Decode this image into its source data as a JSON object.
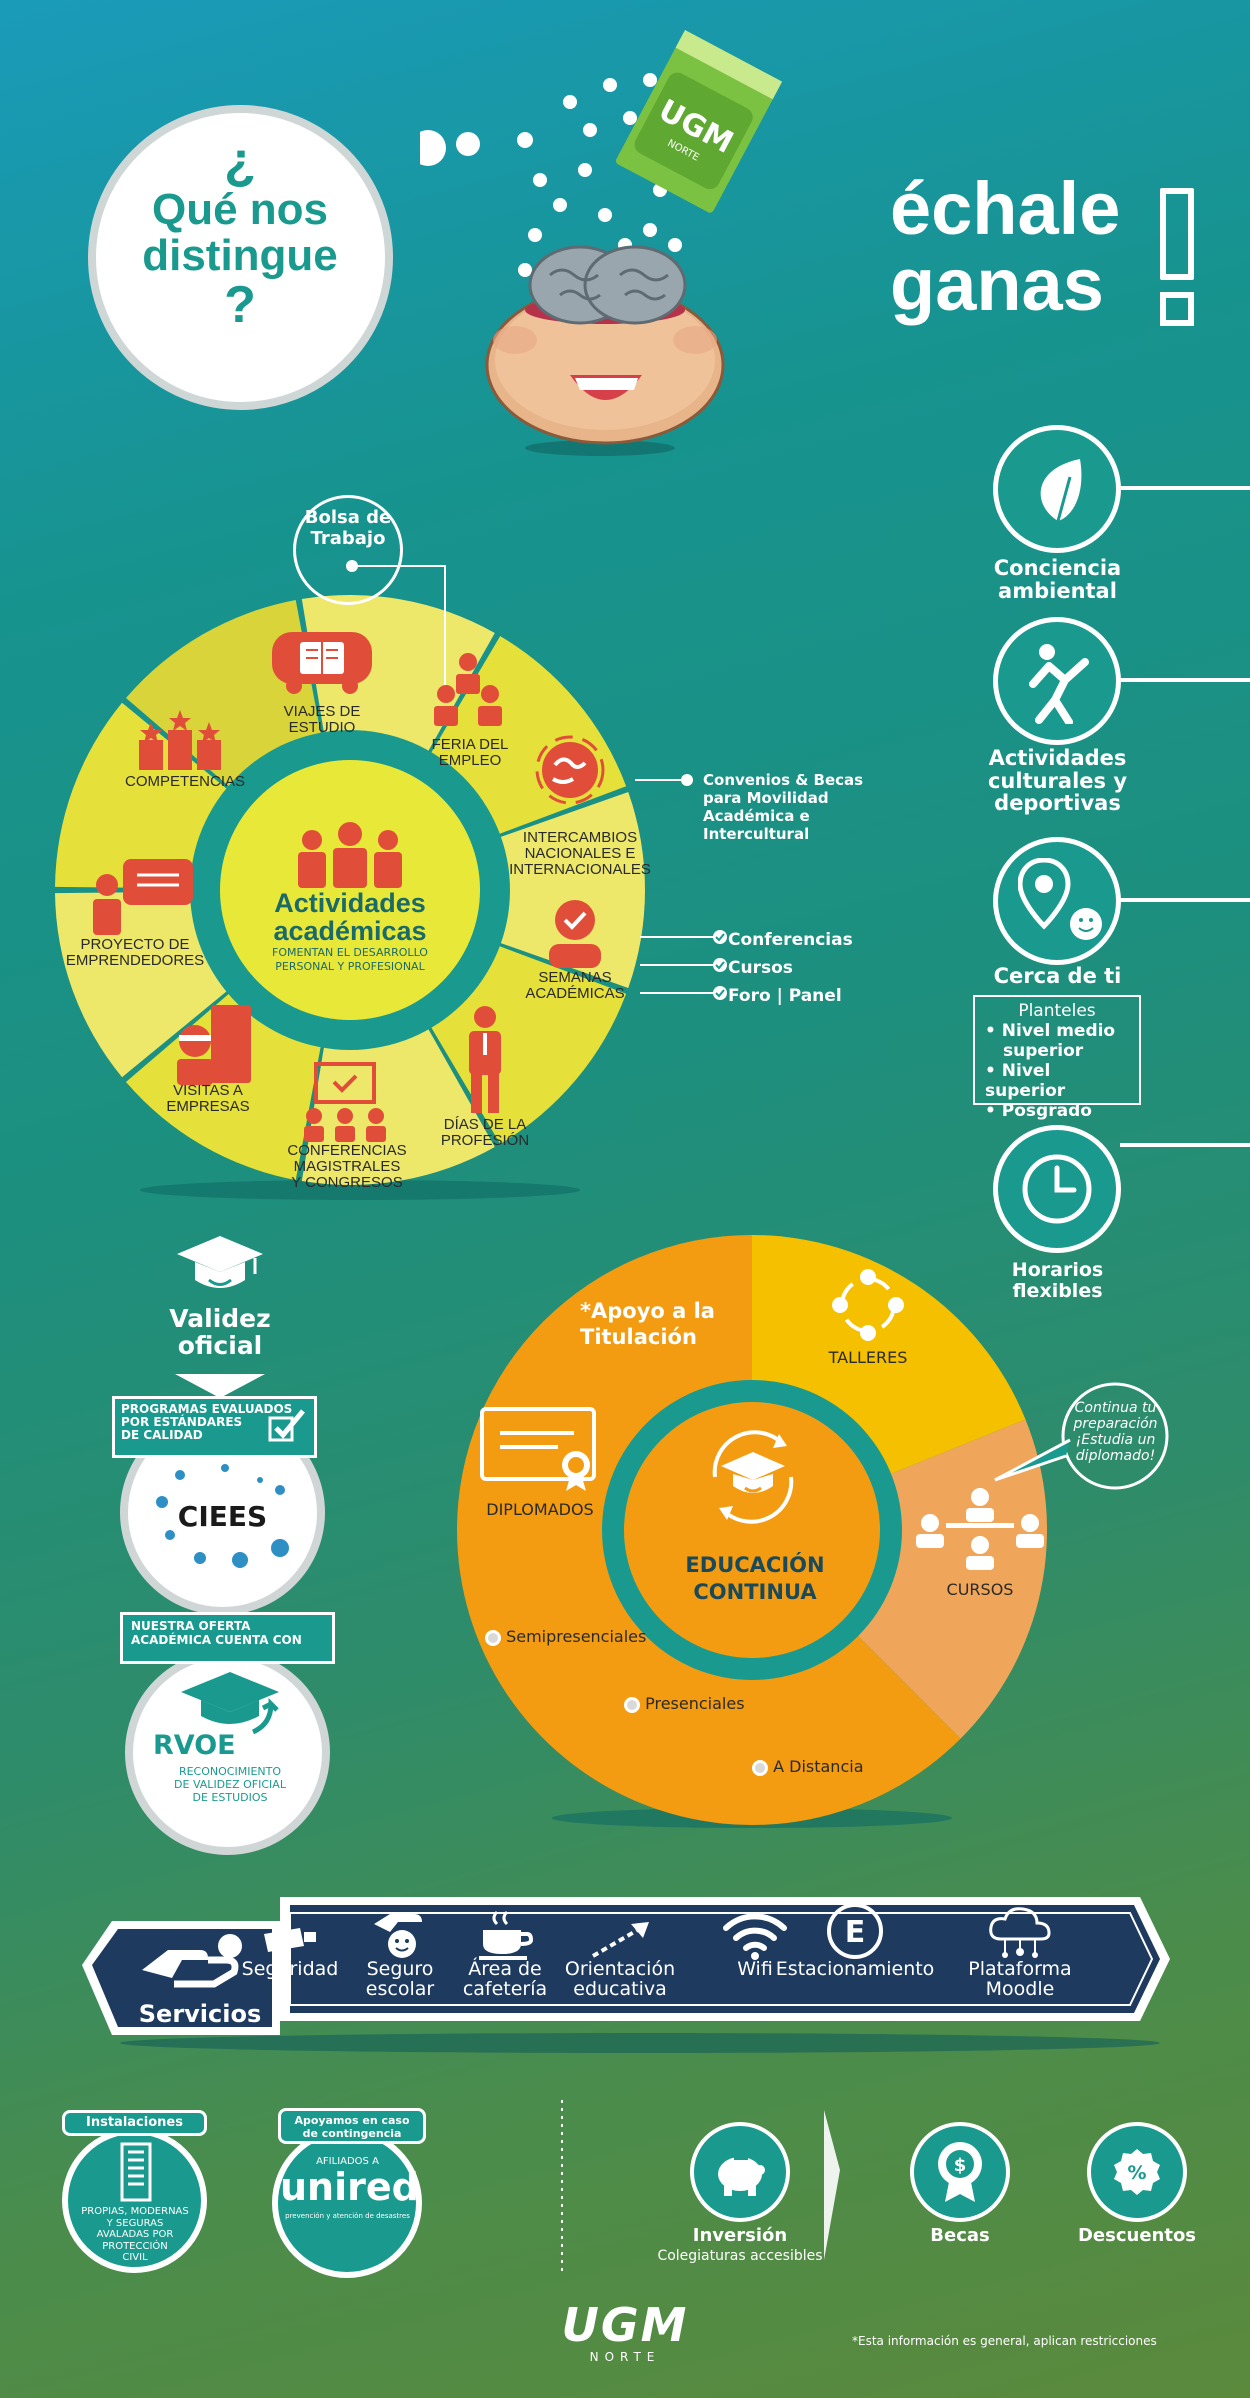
{
  "header": {
    "question_mark_open": "¿",
    "question_line1": "Qué nos",
    "question_line2": "distingue",
    "question_mark_close": "?",
    "slogan_line1": "échale",
    "slogan_line2": "ganas",
    "box_logo": "UGM",
    "box_sub": "NORTE"
  },
  "wheel": {
    "center_title_line1": "Actividades",
    "center_title_line2": "académicas",
    "center_sub_line1": "FOMENTAN EL DESARROLLO",
    "center_sub_line2": "PERSONAL Y PROFESIONAL",
    "bolsa_line1": "Bolsa de",
    "bolsa_line2": "Trabajo",
    "segments": {
      "viajes": [
        "VIAJES DE",
        "ESTUDIO"
      ],
      "feria": [
        "FERIA DEL",
        "EMPLEO"
      ],
      "intercambios": [
        "INTERCAMBIOS",
        "NACIONALES E",
        "INTERNACIONALES"
      ],
      "semanas": [
        "SEMANAS",
        "ACADÉMICAS"
      ],
      "dias": [
        "DÍAS DE LA",
        "PROFESIÓN"
      ],
      "conferencias": [
        "CONFERENCIAS",
        "MAGISTRALES",
        "Y CONGRESOS"
      ],
      "visitas": [
        "VISITAS A",
        "EMPRESAS"
      ],
      "proyecto": [
        "PROYECTO DE",
        "EMPRENDEDORES"
      ],
      "competencias": [
        "COMPETENCIAS"
      ]
    },
    "convenios": [
      "Convenios & Becas",
      "para Movilidad",
      "Académica e",
      "Intercultural"
    ],
    "semanas_items": [
      "Conferencias",
      "Cursos",
      "Foro | Panel"
    ]
  },
  "features": [
    {
      "label_lines": [
        "Conciencia",
        "ambiental"
      ],
      "icon": "leaf-icon"
    },
    {
      "label_lines": [
        "Actividades",
        "culturales y",
        "deportivas"
      ],
      "icon": "dancer-icon"
    },
    {
      "label_lines": [
        "Cerca de ti"
      ],
      "icon": "location-icon"
    },
    {
      "label_lines": [
        "Horarios",
        "flexibles"
      ],
      "icon": "clock-icon"
    }
  ],
  "planteles": {
    "title": "Planteles",
    "items": [
      "• Nivel medio",
      "superior",
      "• Nivel superior",
      "• Posgrado"
    ]
  },
  "validez": {
    "title_line1": "Validez",
    "title_line2": "oficial",
    "ciees_banner": [
      "PROGRAMAS EVALUADOS",
      "POR ESTÁNDARES",
      "DE CALIDAD"
    ],
    "ciees": "CIEES",
    "rvoe_banner": [
      "NUESTRA OFERTA",
      "ACADÉMICA CUENTA CON"
    ],
    "rvoe": "RVOE",
    "rvoe_sub": [
      "RECONOCIMIENTO",
      "DE VALIDEZ OFICIAL",
      "DE ESTUDIOS"
    ]
  },
  "educacion": {
    "center_line1": "EDUCACIÓN",
    "center_line2": "CONTINUA",
    "apoyo": [
      "*Apoyo a la",
      "Titulación"
    ],
    "talleres": "TALLERES",
    "diplomados": "DIPLOMADOS",
    "cursos": "CURSOS",
    "modalidades": [
      "Semipresenciales",
      "Presenciales",
      "A Distancia"
    ],
    "callout": [
      "Continua tu",
      "preparación",
      "¡Estudia un",
      "diplomado!"
    ]
  },
  "servicios": {
    "title": "Servicios",
    "items": [
      {
        "label": [
          "Seguridad"
        ],
        "icon": "camera-icon"
      },
      {
        "label": [
          "Seguro",
          "escolar"
        ],
        "icon": "insurance-icon"
      },
      {
        "label": [
          "Área de",
          "cafetería"
        ],
        "icon": "coffee-icon"
      },
      {
        "label": [
          "Orientación",
          "educativa"
        ],
        "icon": "arrow-icon"
      },
      {
        "label": [
          "Wifi"
        ],
        "icon": "wifi-icon"
      },
      {
        "label": [
          "Estacionamiento"
        ],
        "icon": "parking-icon"
      },
      {
        "label": [
          "Plataforma",
          "Moodle"
        ],
        "icon": "cloud-icon"
      }
    ]
  },
  "bottom": {
    "instalaciones_banner": "Instalaciones",
    "instalaciones_text": [
      "PROPIAS, MODERNAS",
      "Y SEGURAS",
      "AVALADAS POR",
      "PROTECCIÓN",
      "CIVIL"
    ],
    "contingencia_banner": [
      "Apoyamos en caso",
      "de contingencia"
    ],
    "afiliados": "AFILIADOS A",
    "unired": "unired",
    "unired_sub": "prevención y atención de desastres",
    "inversion": "Inversión",
    "inversion_sub": "Colegiaturas accesibles",
    "becas": "Becas",
    "descuentos": "Descuentos",
    "footer_logo": "UGM",
    "footer_sub": "NORTE",
    "disclaimer": "*Esta información es general, aplican restricciones"
  },
  "colors": {
    "teal": "#1a9a8e",
    "yellow": "#e8e838",
    "orange": "#f39c12",
    "red": "#e04e3a",
    "navy": "#1e3a5f"
  }
}
